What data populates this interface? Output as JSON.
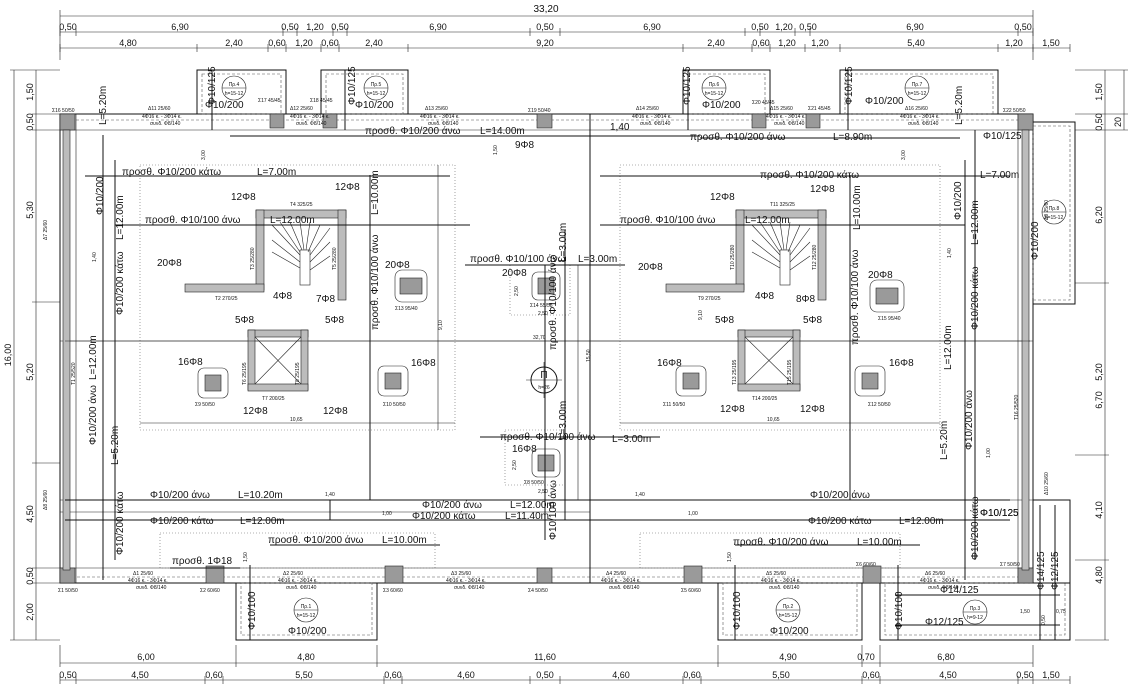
{
  "dims": {
    "overall": "33,20",
    "overall_height": "16,00",
    "top1": [
      "0,50",
      "6,90",
      "0,50",
      "1,20",
      "0,50",
      "6,90",
      "0,50",
      "6,90",
      "0,50",
      "1,20",
      "0,50",
      "6,90",
      "0,50"
    ],
    "top2": [
      "4,80",
      "2,40",
      "0,60",
      "1,20",
      "0,60",
      "2,40",
      "9,20",
      "2,40",
      "0,60",
      "1,20",
      "1,20",
      "5,40",
      "1,20",
      "1,50"
    ],
    "bottom1": [
      "6,00",
      "4,80",
      "11,60",
      "4,90",
      "0,70",
      "6,80"
    ],
    "bottom2": [
      "0,50",
      "4,50",
      "0,60",
      "5,50",
      "0,60",
      "4,60",
      "0,50",
      "4,60",
      "0,60",
      "5,50",
      "0,60",
      "4,50",
      "0,50",
      "1,50"
    ],
    "left1": [
      "1,50",
      "0,50",
      "5,30",
      "5,20",
      "4,50",
      "0,50",
      "2,00"
    ],
    "right1": [
      "1,50",
      "0,50",
      "6,20",
      "5,20",
      "6,70",
      "4,10",
      "4,80"
    ],
    "right2": [
      "20"
    ]
  },
  "slabs": [
    {
      "label": "Π",
      "sub": "h=26"
    }
  ],
  "cantilevers": [
    {
      "label": "Πρ.4",
      "sub": "h=15-12"
    },
    {
      "label": "Πρ.5",
      "sub": "h=15-12"
    },
    {
      "label": "Πρ.6",
      "sub": "h=15-12"
    },
    {
      "label": "Πρ.7",
      "sub": "h=15-12"
    },
    {
      "label": "Πρ.8",
      "sub": "h=15-12"
    },
    {
      "label": "Πρ.1",
      "sub": "h=15-12"
    },
    {
      "label": "Πρ.2",
      "sub": "h=15-12"
    },
    {
      "label": "Πρ.3",
      "sub": "h=9-12"
    }
  ],
  "columns": [
    "Σ16 50/50",
    "Σ17 45/45",
    "Σ18 45/45",
    "Σ19 50/40",
    "Σ20 45/45",
    "Σ21 45/45",
    "Σ22 50/50",
    "Σ13 95/40",
    "Σ14 55/55",
    "Σ15 95/40",
    "Σ9 50/50",
    "Σ10 50/50",
    "Σ11 50/50",
    "Σ12 50/50",
    "Σ8 50/50",
    "Σ1 50/50",
    "Σ2 60/60",
    "Σ3 60/60",
    "Σ4 50/50",
    "Σ5 60/60",
    "Σ6 60/60",
    "Σ7 50/50"
  ],
  "beams": [
    "Δ11 25/60",
    "Δ12 25/60",
    "Δ13 25/60",
    "Δ14 25/60",
    "Δ15 25/60",
    "Δ16 25/60",
    "Δ1 25/60",
    "Δ2 25/60",
    "Δ3 25/60",
    "Δ4 25/60",
    "Δ5 25/60",
    "Δ6 25/60",
    "Δ7 25/60",
    "Δ8 25/60",
    "Δ9 25/60",
    "Δ10 25/60"
  ],
  "walls": [
    "Τ4 325/25",
    "Τ11 325/25",
    "Τ2 270/25",
    "Τ9 270/25",
    "Τ7 200/25",
    "Τ14 200/25",
    "Τ1 25/520",
    "Τ16 25/520",
    "Τ3 25/280",
    "Τ5 25/280",
    "Τ6 25/195",
    "Τ8 25/195",
    "Τ10 25/280",
    "Τ12 25/280",
    "Τ13 25/195",
    "Τ15 25/195"
  ],
  "beam_rebar": "4Φ16 κ. - 3Φ14 κ.",
  "beam_stirrups": "συνδ. Φ8/140",
  "rebar": {
    "top_add1": "προσθ. Φ10/200 άνω",
    "top_L1": "L=14.00m",
    "top_L2": "L=8.90m",
    "add_katw": "προσθ. Φ10/200 κάτω",
    "L7": "L=7.00m",
    "add_100_anw": "προσθ. Φ10/100 άνω",
    "L12": "L=12.00m",
    "L10": "L=10.00m",
    "L3": "L=3.00m",
    "L520": "L=5.20m",
    "L1020": "L=10.20m",
    "L1140": "L=11.40m",
    "L1000": "L=10.00m",
    "phi10_200": "Φ10/200",
    "phi10_125": "Φ10/125",
    "phi10_100": "Φ10/100",
    "phi14_125": "Φ14/125",
    "phi12_125": "Φ12/125",
    "phi10_200_anw": "Φ10/200 άνω",
    "phi10_200_katw": "Φ10/200 κάτω",
    "phi10_100_anw": "Φ10/100 άνω",
    "add_1phi18": "προσθ. 1Φ18",
    "n9": "9Φ8",
    "n12": "12Φ8",
    "n20": "20Φ8",
    "n4": "4Φ8",
    "n7": "7Φ8",
    "n8": "8Φ8",
    "n5": "5Φ8",
    "n16": "16Φ8",
    "d140": "1,40",
    "d100": "1,00",
    "d150": "1,50",
    "d250": "2,50",
    "d300": "3,00",
    "d910": "9,10",
    "d1065": "10,65",
    "d3270": "32,70",
    "d1550": "15,50",
    "d075": "0,75",
    "d050": "0,50"
  }
}
